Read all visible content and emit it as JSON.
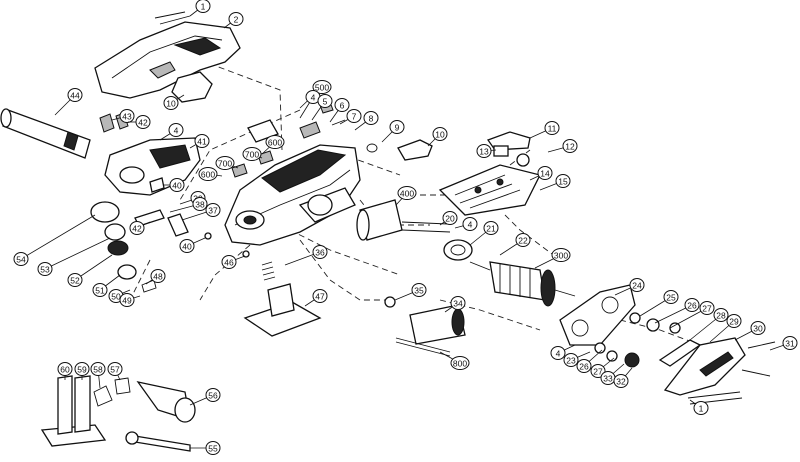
{
  "callouts": [
    {
      "id": "c1a",
      "text": "1"
    },
    {
      "id": "c2",
      "text": "2"
    },
    {
      "id": "c10a",
      "text": "10"
    },
    {
      "id": "c44",
      "text": "44"
    },
    {
      "id": "c43",
      "text": "43"
    },
    {
      "id": "c42a",
      "text": "42"
    },
    {
      "id": "c4a",
      "text": "4"
    },
    {
      "id": "c41",
      "text": "41"
    },
    {
      "id": "c500",
      "text": "500"
    },
    {
      "id": "c4b",
      "text": "4"
    },
    {
      "id": "c5",
      "text": "5"
    },
    {
      "id": "c6",
      "text": "6"
    },
    {
      "id": "c7",
      "text": "7"
    },
    {
      "id": "c8",
      "text": "8"
    },
    {
      "id": "c9",
      "text": "9"
    },
    {
      "id": "c10b",
      "text": "10"
    },
    {
      "id": "c600a",
      "text": "600"
    },
    {
      "id": "c700a",
      "text": "700"
    },
    {
      "id": "c700b",
      "text": "700"
    },
    {
      "id": "c600b",
      "text": "600"
    },
    {
      "id": "c11",
      "text": "11"
    },
    {
      "id": "c12",
      "text": "12"
    },
    {
      "id": "c13",
      "text": "13"
    },
    {
      "id": "c14",
      "text": "14"
    },
    {
      "id": "c15",
      "text": "15"
    },
    {
      "id": "c40a",
      "text": "40"
    },
    {
      "id": "c39",
      "text": "39"
    },
    {
      "id": "c38",
      "text": "38"
    },
    {
      "id": "c37",
      "text": "37"
    },
    {
      "id": "c42b",
      "text": "42"
    },
    {
      "id": "c40b",
      "text": "40"
    },
    {
      "id": "c400",
      "text": "400"
    },
    {
      "id": "c20",
      "text": "20"
    },
    {
      "id": "c4c",
      "text": "4"
    },
    {
      "id": "c21",
      "text": "21"
    },
    {
      "id": "c22",
      "text": "22"
    },
    {
      "id": "c54",
      "text": "54"
    },
    {
      "id": "c53",
      "text": "53"
    },
    {
      "id": "c52",
      "text": "52"
    },
    {
      "id": "c46",
      "text": "46"
    },
    {
      "id": "c36",
      "text": "36"
    },
    {
      "id": "c300",
      "text": "300"
    },
    {
      "id": "c48",
      "text": "48"
    },
    {
      "id": "c51",
      "text": "51"
    },
    {
      "id": "c50",
      "text": "50"
    },
    {
      "id": "c49",
      "text": "49"
    },
    {
      "id": "c47",
      "text": "47"
    },
    {
      "id": "c35",
      "text": "35"
    },
    {
      "id": "c34",
      "text": "34"
    },
    {
      "id": "c24",
      "text": "24"
    },
    {
      "id": "c25",
      "text": "25"
    },
    {
      "id": "c26a",
      "text": "26"
    },
    {
      "id": "c27a",
      "text": "27"
    },
    {
      "id": "c28",
      "text": "28"
    },
    {
      "id": "c29",
      "text": "29"
    },
    {
      "id": "c30",
      "text": "30"
    },
    {
      "id": "c31",
      "text": "31"
    },
    {
      "id": "c800",
      "text": "800"
    },
    {
      "id": "c4d",
      "text": "4"
    },
    {
      "id": "c23",
      "text": "23"
    },
    {
      "id": "c26b",
      "text": "26"
    },
    {
      "id": "c27b",
      "text": "27"
    },
    {
      "id": "c33",
      "text": "33"
    },
    {
      "id": "c32",
      "text": "32"
    },
    {
      "id": "c1b",
      "text": "1"
    },
    {
      "id": "c60",
      "text": "60"
    },
    {
      "id": "c59",
      "text": "59"
    },
    {
      "id": "c58",
      "text": "58"
    },
    {
      "id": "c57",
      "text": "57"
    },
    {
      "id": "c56",
      "text": "56"
    },
    {
      "id": "c55",
      "text": "55"
    }
  ]
}
